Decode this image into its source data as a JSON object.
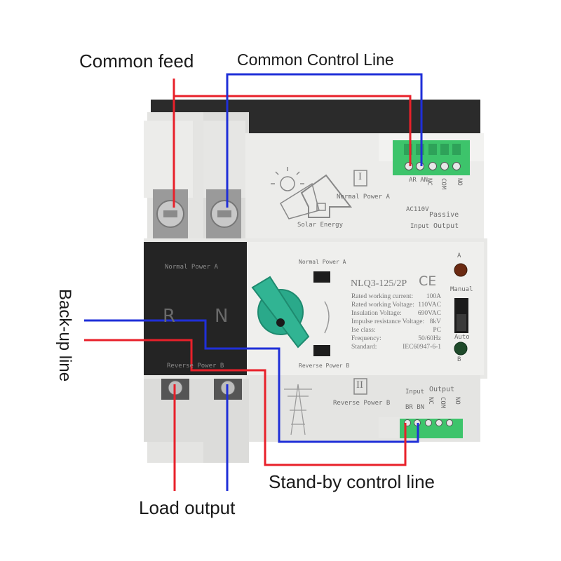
{
  "callouts": {
    "common_feed": "Common feed",
    "common_control_line": "Common Control Line",
    "back_up_line": "Back-up line",
    "stand_by_control_line": "Stand-by control line",
    "load_output": "Load output"
  },
  "device": {
    "logo_text": "Solar Energy",
    "upper_label": "Normal Power A",
    "upper_roman": "I",
    "lower_label": "Reverse Power B",
    "lower_roman": "II",
    "black_panel_top": "Normal Power A",
    "black_panel_bottom": "Reverse Power B",
    "terminal_r": "R",
    "terminal_n": "N",
    "center_top_label": "Normal Power A",
    "center_bottom_label": "Reverse Power B",
    "model": "NLQ3-125/2P",
    "ce_mark": "CE",
    "led_a": "A",
    "led_b": "B",
    "manual_label": "Manual",
    "auto_label": "Auto",
    "upper_terminals": {
      "ar_an": "AR AN",
      "voltage": "AC110V",
      "input": "Input",
      "nc": "NC",
      "com": "COM",
      "no": "NO",
      "passive": "Passive",
      "output": "Output"
    },
    "lower_terminals": {
      "input": "Input",
      "output": "Output",
      "br_bn": "BR BN",
      "nc": "NC",
      "com": "COM",
      "no": "NO"
    },
    "specs": [
      {
        "label": "Rated working current:",
        "value": "100A"
      },
      {
        "label": "Rated working Voltage:",
        "value": "110VAC"
      },
      {
        "label": "Insulation Voltage:",
        "value": "690VAC"
      },
      {
        "label": "Impulse resistance Voltage:",
        "value": "8kV"
      },
      {
        "label": "Ise class:",
        "value": "PC"
      },
      {
        "label": "Frequency:",
        "value": "50/60Hz"
      },
      {
        "label": "Standard:",
        "value": "IEC60947-6-1"
      }
    ]
  },
  "colors": {
    "red_wire": "#e8202a",
    "blue_wire": "#1f2fd8",
    "terminal_green": "#3dc46b",
    "handle_teal": "#2aa98a"
  }
}
